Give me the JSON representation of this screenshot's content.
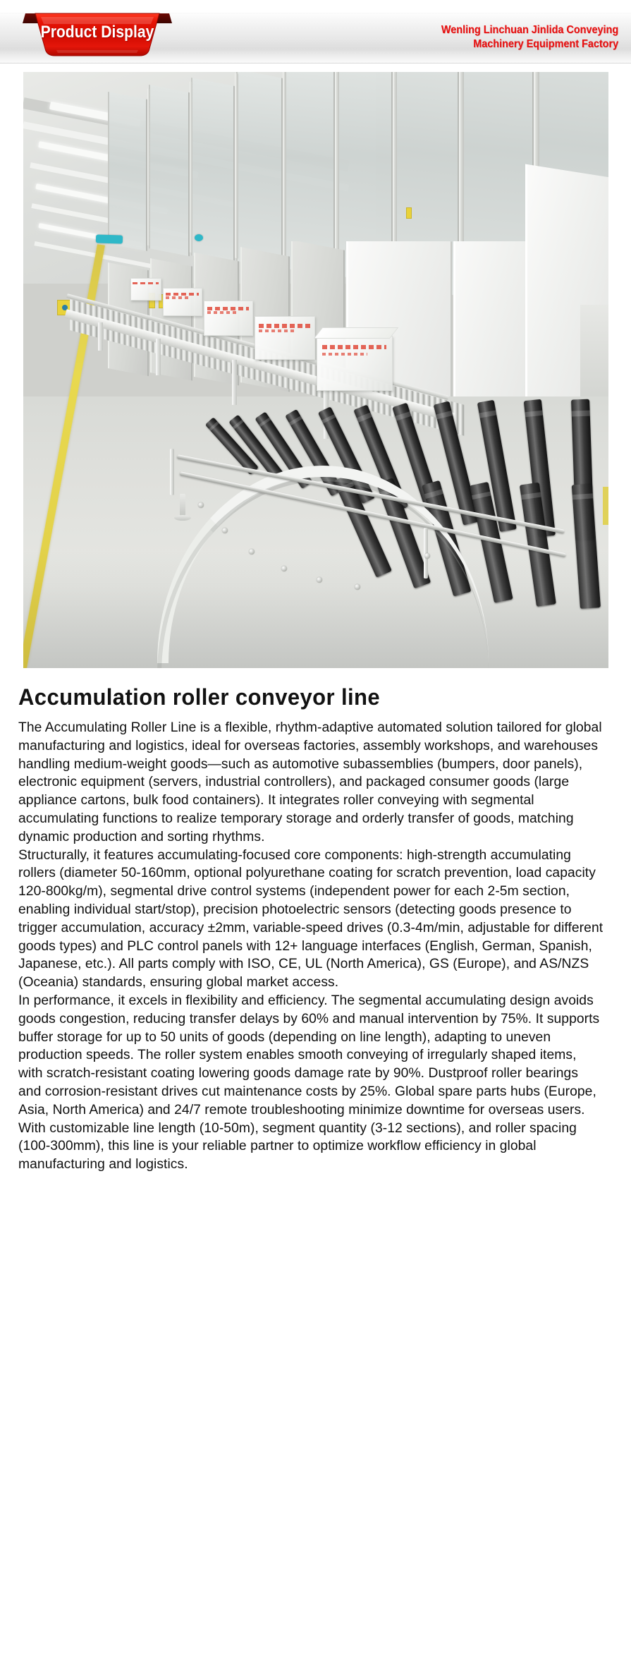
{
  "header": {
    "ribbon_label": "Product Display",
    "company_line1": "Wenling Linchuan Jinlida Conveying",
    "company_line2": "Machinery Equipment Factory",
    "ribbon_color": "#e21b0c",
    "company_color": "#e81010",
    "bar_background": "#e8e8e8"
  },
  "photo": {
    "alt": "Accumulation roller conveyor line installed along a glass-partitioned factory aisle with white cartons on the straight run and black tapered rollers on the curved section",
    "floor_line_color": "#e3d24a",
    "roller_color": "#1e1e1e",
    "frame_color": "#f2f3f1"
  },
  "product": {
    "title": "Accumulation roller conveyor line",
    "paragraphs": [
      "The Accumulating Roller Line is a flexible,  rhythm-adaptive automated solution tailored for global manufacturing and logistics, ideal for overseas factories,  assembly workshops, and warehouses handling medium-weight goods—such as automotive subassemblies (bumpers, door panels), electronic equipment (servers, industrial controllers),  and packaged consumer goods (large appliance cartons,  bulk food containers). It integrates roller conveying with segmental accumulating functions to realize temporary storage  and orderly transfer of goods, matching dynamic production and sorting rhythms.",
      "Structurally, it features accumulating-focused core components:  high-strength accumulating rollers (diameter 50-160mm, optional polyurethane coating for scratch prevention,  load capacity 120-800kg/m), segmental drive control systems (independent power for each 2-5m section, enabling individual start/stop), precision photoelectric sensors (detecting goods presence to trigger accumulation,  accuracy ±2mm, variable-speed drives (0.3-4m/min, adjustable for different goods types) and PLC control panels with 12+ language interfaces (English, German, Spanish, Japanese,  etc.). All parts comply with ISO, CE, UL (North America), GS (Europe), and AS/NZS (Oceania) standards,  ensuring global market access.",
      "In performance, it excels in flexibility and efficiency. The segmental accumulating design avoids goods congestion, reducing transfer delays by 60% and manual intervention by 75%. It supports buffer storage for up to 50 units of goods  (depending on line length),  adapting to uneven production speeds. The roller system enables smooth conveying of irregularly shaped items,  with scratch-resistant coating lowering goods damage rate by 90%. Dustproof roller bearings and corrosion-resistant  drives cut maintenance costs by 25%. Global spare parts hubs (Europe, Asia,  North America) and 24/7 remote troubleshooting minimize downtime for overseas users.",
      "With customizable line length (10-50m), segment quantity (3-12 sections), and roller spacing (100-300mm),  this line is your reliable partner to optimize workflow efficiency in global manufacturing and logistics."
    ]
  }
}
